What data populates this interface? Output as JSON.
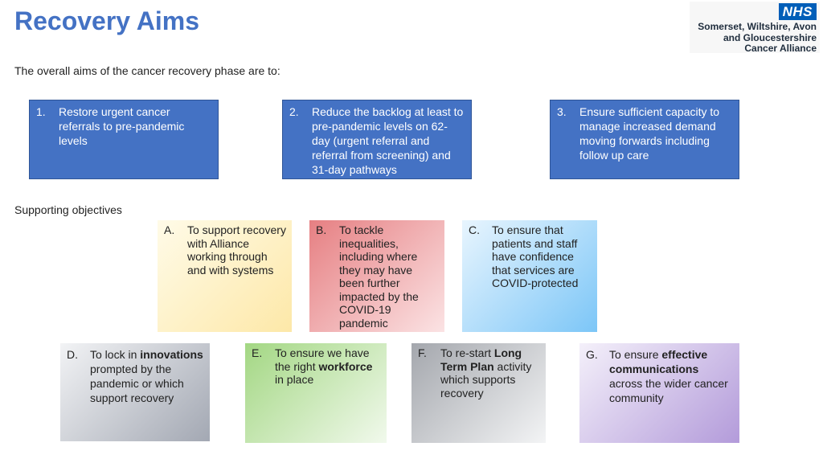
{
  "title": "Recovery Aims",
  "logo": {
    "badge": "NHS",
    "line1": "Somerset, Wiltshire, Avon",
    "line2": "and Gloucestershire",
    "line3": "Cancer Alliance"
  },
  "intro": "The overall aims of the cancer recovery phase are to:",
  "aims": [
    {
      "num": "1.",
      "text": "Restore urgent cancer referrals to pre-pandemic levels"
    },
    {
      "num": "2.",
      "text": "Reduce the backlog at least to pre-pandemic levels on 62-day (urgent referral and referral from screening) and 31-day pathways"
    },
    {
      "num": "3.",
      "text": "Ensure sufficient capacity to manage increased demand moving forwards including follow up care"
    }
  ],
  "supporting_label": "Supporting objectives",
  "objectives": [
    {
      "num": "A.",
      "text": "To support recovery with Alliance working through and with systems",
      "color": "#fde9a8"
    },
    {
      "num": "B.",
      "text": "To tackle inequalities, including where they may have been further impacted by the COVID-19 pandemic",
      "color": "#e98f91"
    },
    {
      "num": "C.",
      "text": "To ensure that patients and staff have confidence that services are COVID-protected",
      "color": "#7fc8f8"
    },
    {
      "num": "D.",
      "pre": "To lock in ",
      "bold": "innovations",
      "post": " prompted by the pandemic or which support recovery",
      "color": "#a8adb8"
    },
    {
      "num": "E.",
      "pre": "To ensure we have the right ",
      "bold": "workforce",
      "post": " in place",
      "color": "#a8d98a"
    },
    {
      "num": "F.",
      "pre": "To re-start ",
      "bold": "Long Term Plan",
      "post": " activity which supports recovery",
      "color": "#a9acb2"
    },
    {
      "num": "G.",
      "pre": "To ensure ",
      "bold": "effective communications",
      "post": " across the wider cancer community",
      "color": "#b9a3dc"
    }
  ],
  "colors": {
    "title": "#4472c4",
    "aim_box": "#4472c4",
    "nhs_blue": "#005eb8"
  }
}
